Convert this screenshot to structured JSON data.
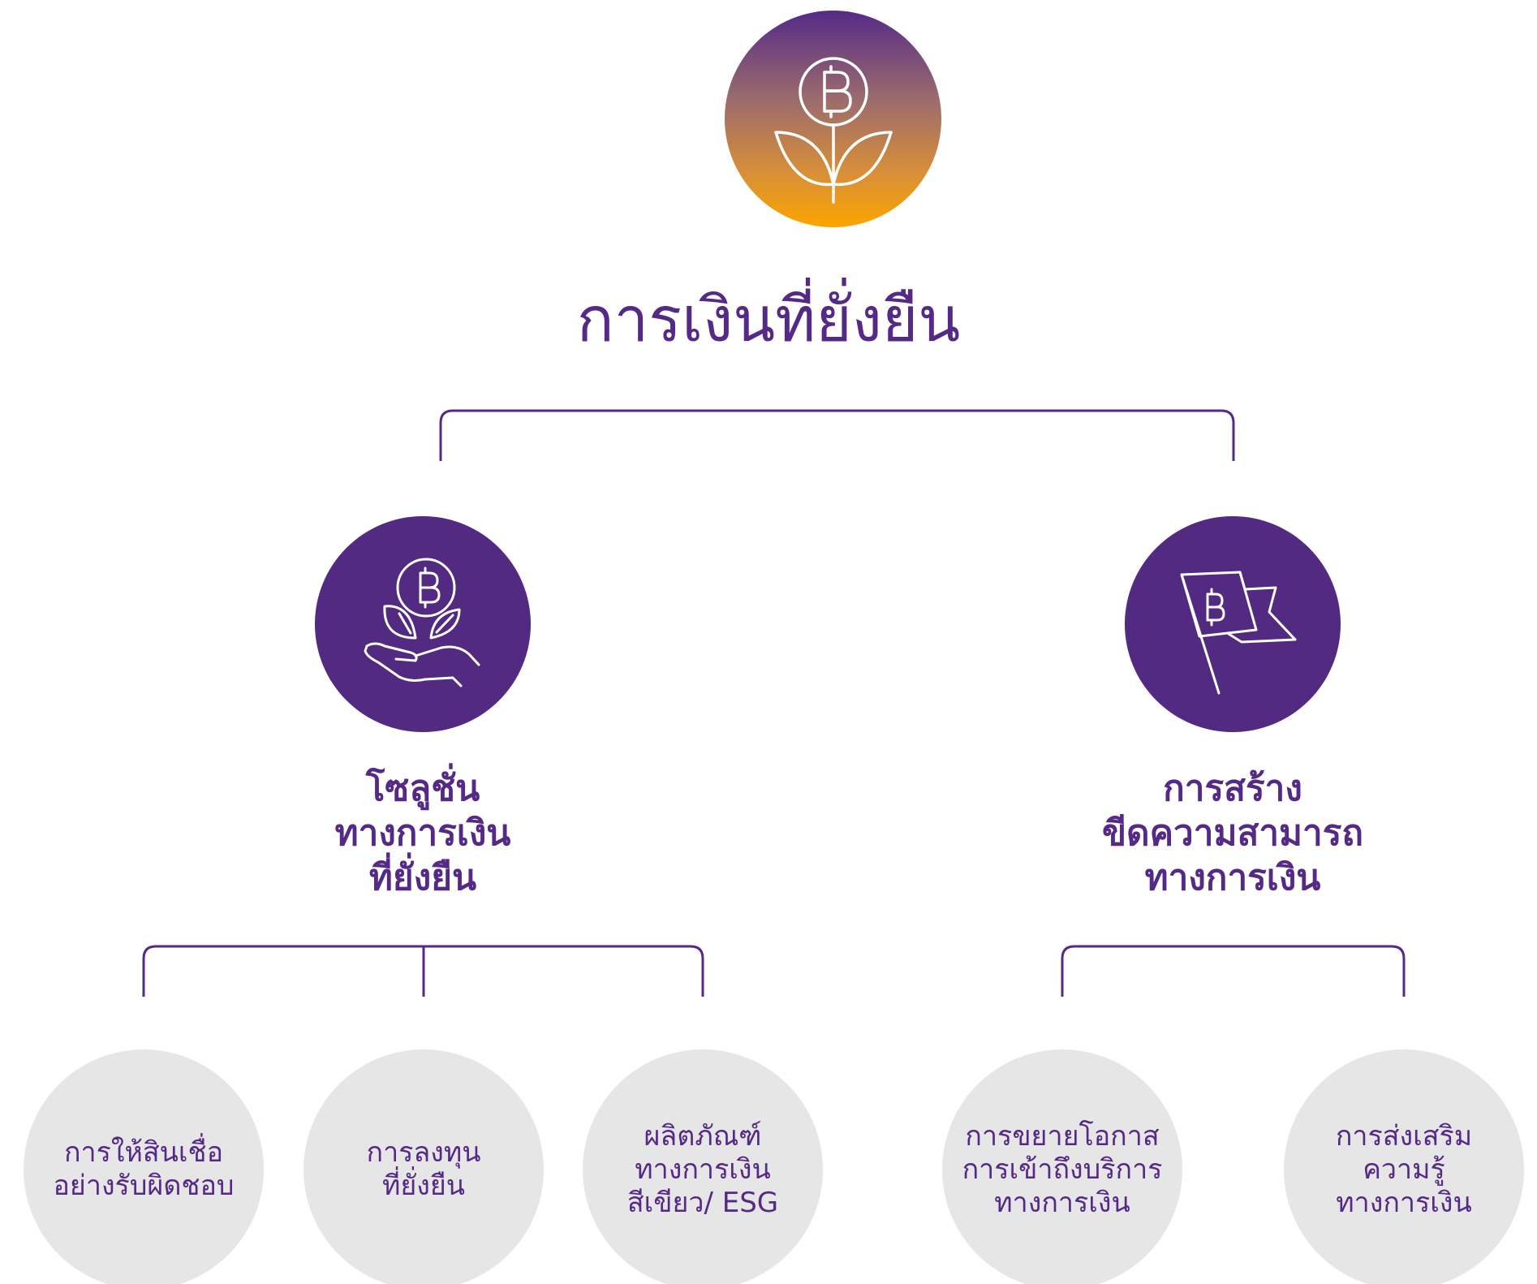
{
  "root": {
    "title": "การเงินที่ยั่งยืน",
    "icon": "plant-baht-coin-icon",
    "gradient_colors": [
      "#552a87",
      "#fba500"
    ]
  },
  "branches": [
    {
      "label": "โซลูชั่น\nทางการเงิน\nที่ยั่งยืน",
      "icon": "hand-sprout-baht-coin-icon",
      "color": "#532a82"
    },
    {
      "label": "การสร้าง\nขีดความสามารถ\nทางการเงิน",
      "icon": "baht-flag-icon",
      "color": "#532a82"
    }
  ],
  "leaves": [
    {
      "label": "การให้สินเชื่อ\nอย่างรับผิดชอบ",
      "parent": "โซลูชั่นทางการเงินที่ยั่งยืน"
    },
    {
      "label": "การลงทุน\nที่ยั่งยืน",
      "parent": "โซลูชั่นทางการเงินที่ยั่งยืน"
    },
    {
      "label": "ผลิตภัณฑ์\nทางการเงิน\nสีเขียว/ ESG",
      "parent": "โซลูชั่นทางการเงินที่ยั่งยืน"
    },
    {
      "label": "การขยายโอกาส\nการเข้าถึงบริการ\nทางการเงิน",
      "parent": "การสร้างขีดความสามารถทางการเงิน"
    },
    {
      "label": "การส่งเสริม\nความรู้\nทางการเงิน",
      "parent": "การสร้างขีดความสามารถทางการเงิน"
    }
  ],
  "colors": {
    "accent": "#552a87",
    "leaf_fill": "#e6e6e6"
  }
}
